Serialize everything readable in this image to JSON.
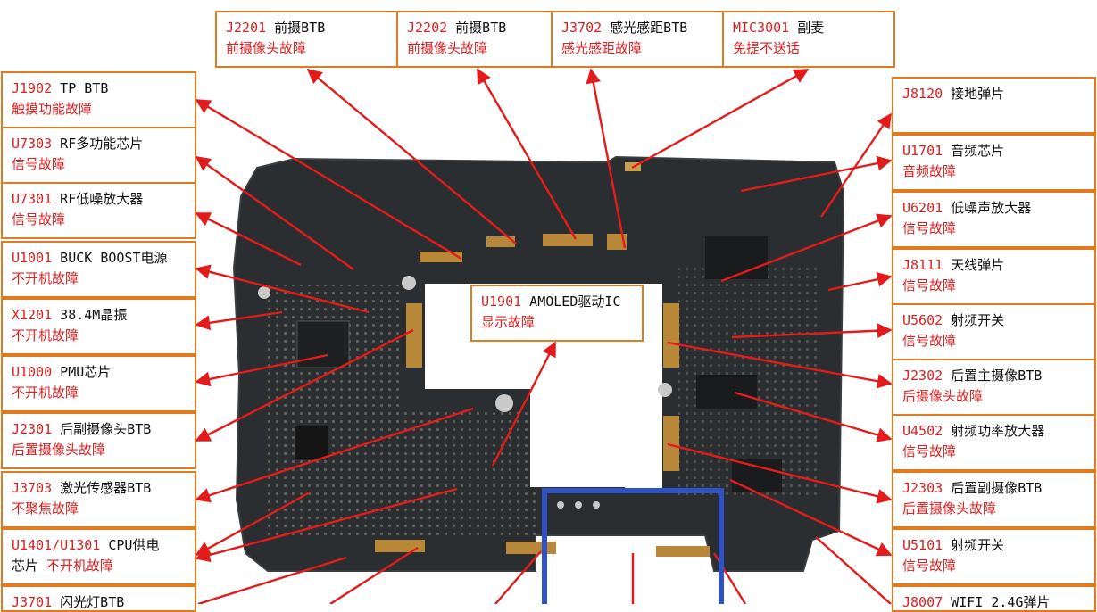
{
  "colors": {
    "border": "#e07b1f",
    "code": "#e02020",
    "fault": "#e02020",
    "arrow": "#e31b1b",
    "highlight": "#2f52c7",
    "board": "#2b2e30"
  },
  "labels": {
    "j2201": {
      "code": "J2201",
      "desc": " 前摄BTB",
      "fault": "前摄像头故障"
    },
    "j2202": {
      "code": "J2202",
      "desc": " 前摄BTB",
      "fault": "前摄像头故障"
    },
    "j3702": {
      "code": "J3702",
      "desc": " 感光感距BTB",
      "fault": "感光感距故障"
    },
    "mic3001": {
      "code": "MIC3001",
      "desc": " 副麦",
      "fault": "免提不送话"
    },
    "j1902": {
      "code": "J1902",
      "desc": " TP BTB",
      "fault": "触摸功能故障"
    },
    "u7303": {
      "code": "U7303",
      "desc": " RF多功能芯片",
      "fault": "信号故障"
    },
    "u7301": {
      "code": "U7301",
      "desc": " RF低噪放大器",
      "fault": "信号故障"
    },
    "u1001": {
      "code": "U1001",
      "desc": " BUCK BOOST电源",
      "fault": "不开机故障"
    },
    "x1201": {
      "code": "X1201",
      "desc": " 38.4M晶振",
      "fault": "不开机故障"
    },
    "u1000": {
      "code": "U1000",
      "desc": " PMU芯片",
      "fault": "不开机故障"
    },
    "j2301": {
      "code": "J2301",
      "desc": " 后副摄像头BTB",
      "fault": "后置摄像头故障"
    },
    "j3703": {
      "code": "J3703",
      "desc": " 激光传感器BTB",
      "fault": "不聚焦故障"
    },
    "u1401": {
      "code": "U1401/U1301",
      "desc": " CPU供电",
      "desc2": "芯片",
      "fault": "  不开机故障"
    },
    "j3701": {
      "code": "J3701",
      "desc": " 闪光灯BTB",
      "fault": ""
    },
    "u1901": {
      "code": "U1901",
      "desc": " AMOLED驱动IC",
      "fault": "显示故障"
    },
    "j8120": {
      "code": "J8120",
      "desc": " 接地弹片",
      "fault": ""
    },
    "u1701": {
      "code": "U1701",
      "desc": " 音频芯片",
      "fault": "音频故障"
    },
    "u6201": {
      "code": "U6201",
      "desc": "  低噪声放大器",
      "fault": "信号故障"
    },
    "j8111": {
      "code": "J8111",
      "desc": "  天线弹片",
      "fault": "信号故障"
    },
    "u5602": {
      "code": "U5602",
      "desc": " 射频开关",
      "fault": "信号故障"
    },
    "j2302": {
      "code": "J2302",
      "desc": " 后置主摄像BTB",
      "fault": "后摄像头故障"
    },
    "u4502": {
      "code": "U4502",
      "desc": " 射频功率放大器",
      "fault": "信号故障"
    },
    "j2303": {
      "code": "J2303",
      "desc": " 后置副摄像BTB",
      "fault": "后置摄像头故障"
    },
    "u5101": {
      "code": "U5101",
      "desc": " 射频开关",
      "fault": "信号故障"
    },
    "j8007": {
      "code": "J8007",
      "desc": " WIFI 2.4G弹片",
      "fault": ""
    }
  }
}
